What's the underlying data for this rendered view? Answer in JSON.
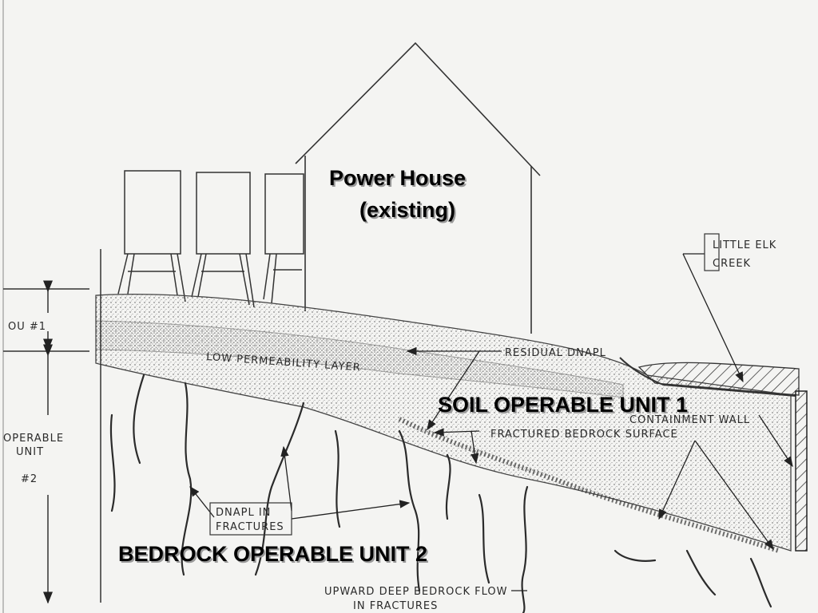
{
  "title": {
    "line1": "Power House",
    "line2": "(existing)"
  },
  "labels": {
    "soil_unit": "SOIL OPERABLE UNIT 1",
    "bedrock_unit": "BEDROCK OPERABLE UNIT 2",
    "ou1": "OU #1",
    "operable_unit2_line1": "OPERABLE",
    "operable_unit2_line2": "UNIT",
    "operable_unit2_line3": "#2",
    "creek_line1": "LITTLE ELK",
    "creek_line2": "CREEK",
    "low_perm": "LOW PERMEABILITY LAYER",
    "residual_dnapl": "RESIDUAL DNAPL",
    "containment_wall": "CONTAINMENT WALL",
    "fractured_bedrock": "FRACTURED BEDROCK SURFACE",
    "dnapl_fractures_line1": "DNAPL IN",
    "dnapl_fractures_line2": "FRACTURES",
    "upward_flow_line1": "UPWARD DEEP BEDROCK FLOW",
    "upward_flow_line2": "IN FRACTURES"
  }
}
